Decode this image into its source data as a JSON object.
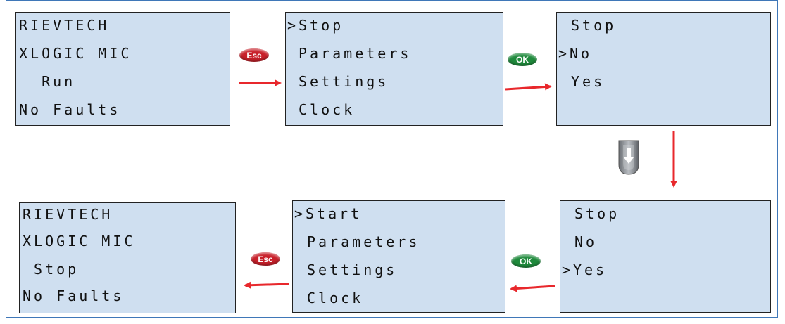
{
  "screens": {
    "top_left": {
      "lines": [
        "RIEVTECH",
        "XLOGIC MIC",
        "  Run",
        "No Faults"
      ]
    },
    "top_middle": {
      "cursor": ">",
      "lines": [
        "Stop",
        "Parameters",
        "Settings",
        "Clock"
      ]
    },
    "top_right": {
      "cursor": ">",
      "lines": [
        "Stop",
        "No",
        "Yes"
      ]
    },
    "bottom_right": {
      "cursor": ">",
      "lines": [
        "Stop",
        "No",
        "Yes"
      ]
    },
    "bottom_middle": {
      "cursor": ">",
      "lines": [
        "Start",
        "Parameters",
        "Settings",
        "Clock"
      ]
    },
    "bottom_left": {
      "lines": [
        "RIEVTECH",
        "XLOGIC MIC",
        " Stop",
        "No Faults"
      ]
    }
  },
  "keys": {
    "esc_label": "Esc",
    "ok_label": "OK",
    "down_icon": "down-arrow-key-icon"
  },
  "colors": {
    "screen_bg": "#cfdff0",
    "arrow": "#e8282c",
    "esc": "#c8202a",
    "ok": "#1f8a3c",
    "frame": "#3f77b8"
  }
}
